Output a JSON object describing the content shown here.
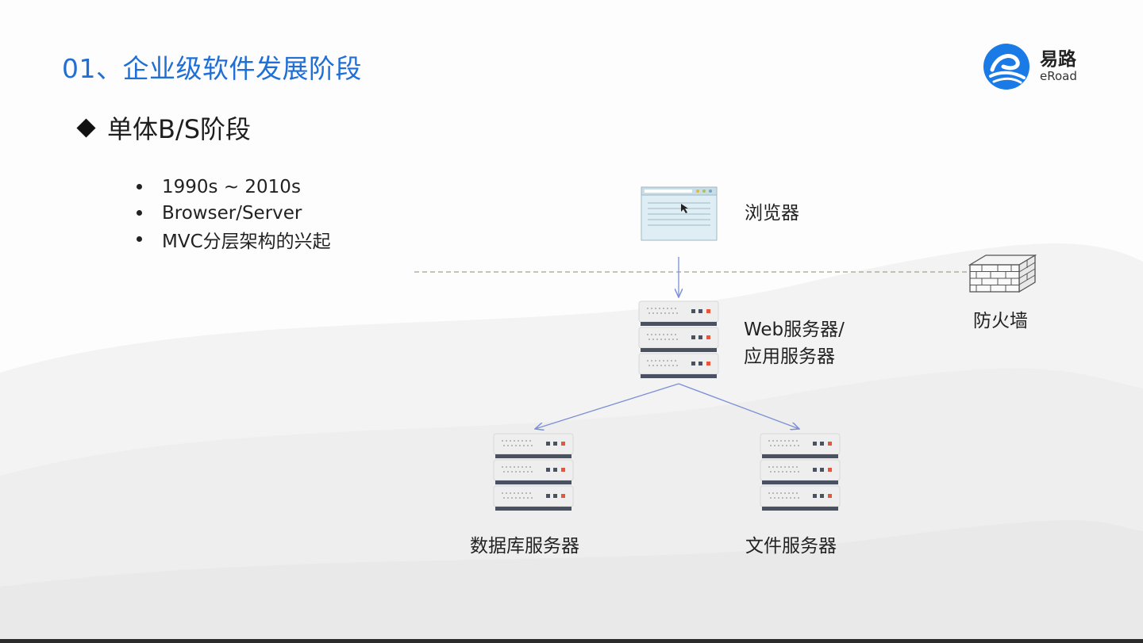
{
  "title": "01、企业级软件发展阶段",
  "logo": {
    "cn": "易路",
    "en": "eRoad"
  },
  "section_heading": "单体B/S阶段",
  "bullets": [
    "1990s ~ 2010s",
    "Browser/Server",
    "MVC分层架构的兴起"
  ],
  "diagram": {
    "browser": "浏览器",
    "firewall": "防火墙",
    "web_server_line1": "Web服务器/",
    "web_server_line2": "应用服务器",
    "db_server": "数据库服务器",
    "file_server": "文件服务器"
  },
  "colors": {
    "title": "#1f6fd6",
    "logo_blue": "#1a7be6",
    "arrow": "#7b8fd6",
    "dashed_line": "#9aa590"
  }
}
